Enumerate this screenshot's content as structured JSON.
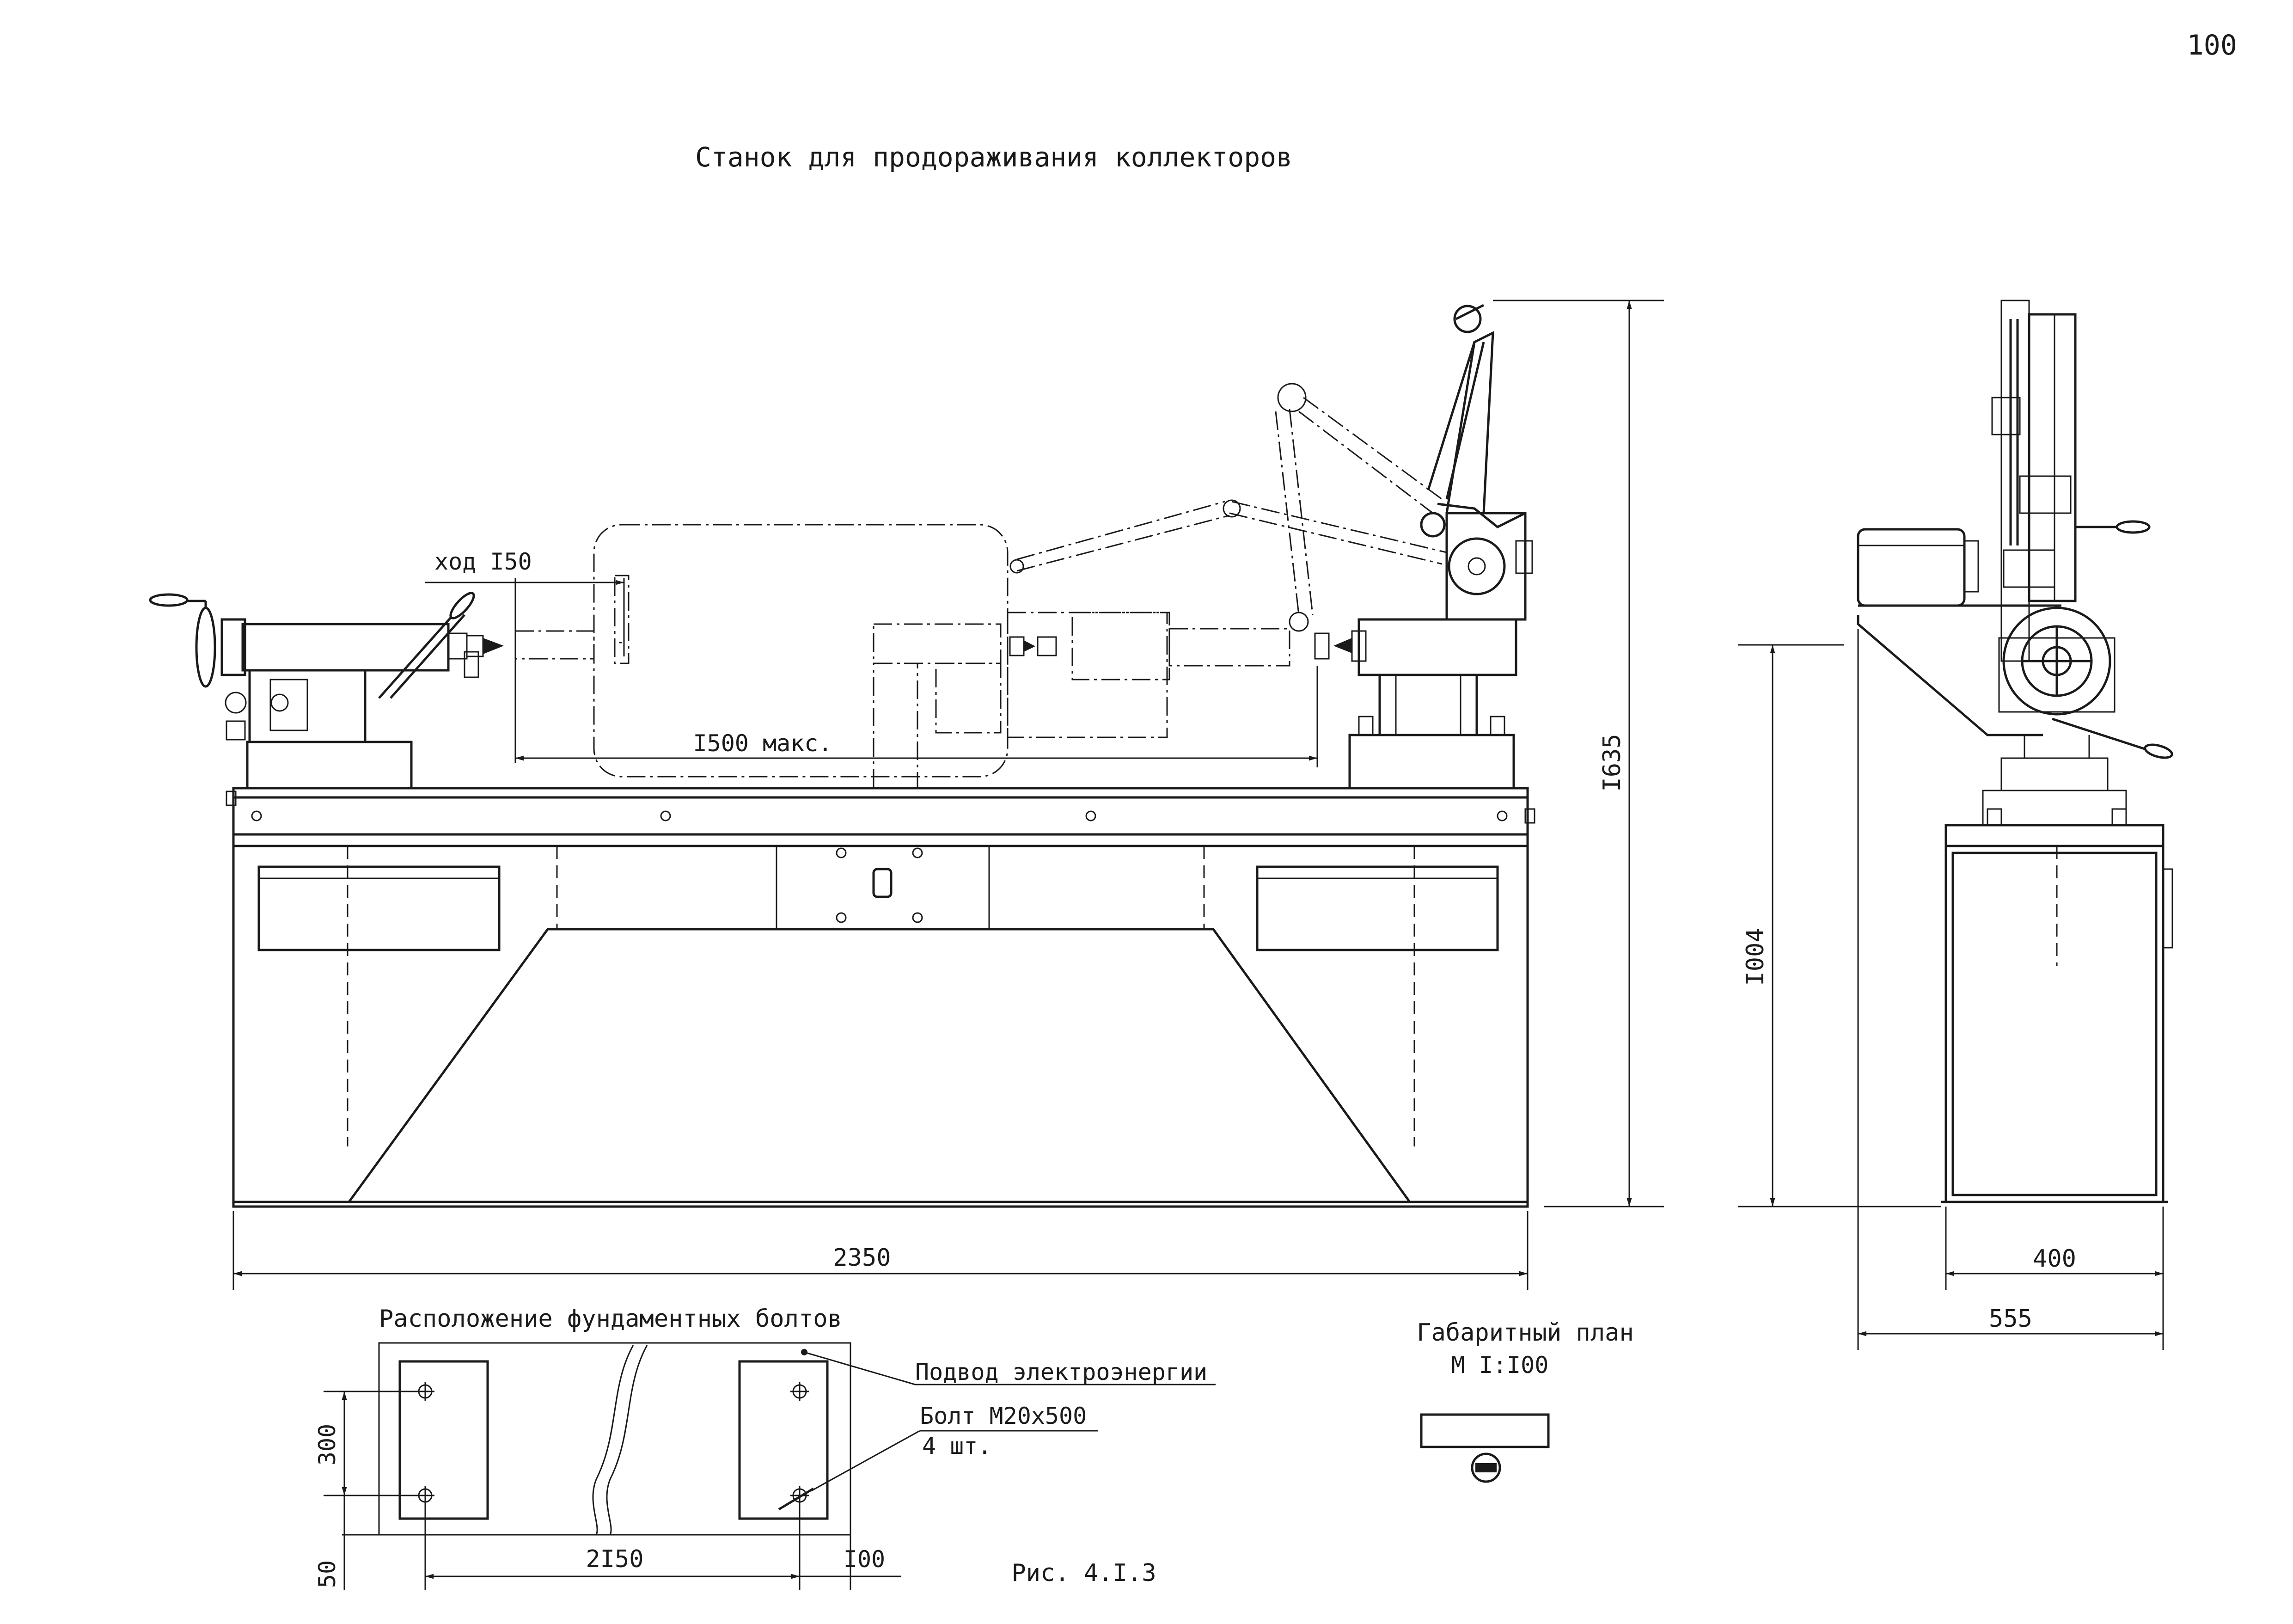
{
  "page_number": "100",
  "title": "Станок для продораживания коллекторов",
  "front_view": {
    "stroke_label": "ход I50",
    "max_length_label": "I500 макс.",
    "height_label": "I635",
    "width_label": "2350"
  },
  "side_view": {
    "height_label": "I004",
    "inner_width_label": "400",
    "outer_width_label": "555"
  },
  "bolt_plan": {
    "title": "Расположение фундаментных болтов",
    "power_label": "Подвод электроэнергии",
    "bolt_label": "Болт М20х500",
    "bolt_count": "4 шт.",
    "dim_vertical": "300",
    "dim_bottom_offset": "50",
    "dim_spacing": "2I50",
    "dim_right": "I00"
  },
  "overall_plan": {
    "title": "Габаритный план",
    "scale": "М I:I00"
  },
  "figure_caption": "Рис. 4.I.3"
}
